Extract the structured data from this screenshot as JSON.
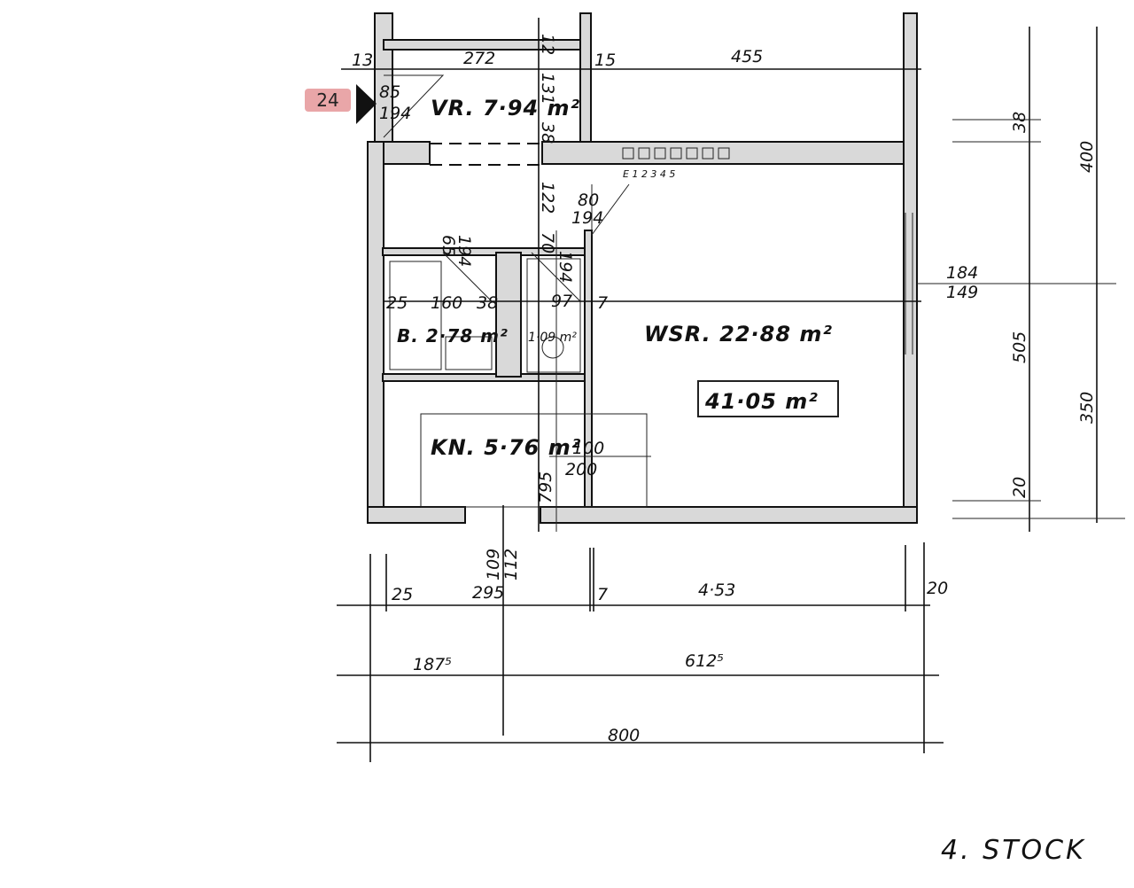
{
  "unit_marker": "24",
  "floor_label": "4. STOCK",
  "rooms": {
    "vr": "VR. 7·94 m²",
    "wsr": "WSR. 22·88 m²",
    "bath": "B. 2·78 m²",
    "wc": "1·09 m²",
    "kitchen": "KN. 5·76 m²",
    "total": "41·05 m²"
  },
  "dims": {
    "d13": "13",
    "d272": "272",
    "d15": "15",
    "d455": "455",
    "d12": "12",
    "d131": "131",
    "door_vr_w": "85",
    "door_vr_h": "194",
    "d38a": "38",
    "d122": "122",
    "door_wsr_w": "80",
    "door_wsr_h": "194",
    "door_b_w": "65",
    "door_b_h": "194",
    "door_wc_w": "70",
    "door_wc_h": "194",
    "d25a": "25",
    "d160": "160",
    "d38b": "38",
    "d97": "97",
    "d7a": "7",
    "win_right_w": "184",
    "win_right_h": "149",
    "d38r": "38",
    "d400": "400",
    "d505": "505",
    "d350": "350",
    "d20r": "20",
    "win_k_w": "100",
    "win_k_h": "200",
    "d795": "795",
    "win_b_w": "109",
    "win_b_h": "112",
    "d25b": "25",
    "d295": "295",
    "d7b": "7",
    "d453": "4·53",
    "d20b": "20",
    "d1875": "187⁵",
    "d6125": "612⁵",
    "d800": "800"
  },
  "vent_labels": "E 1 2 3 4 5"
}
